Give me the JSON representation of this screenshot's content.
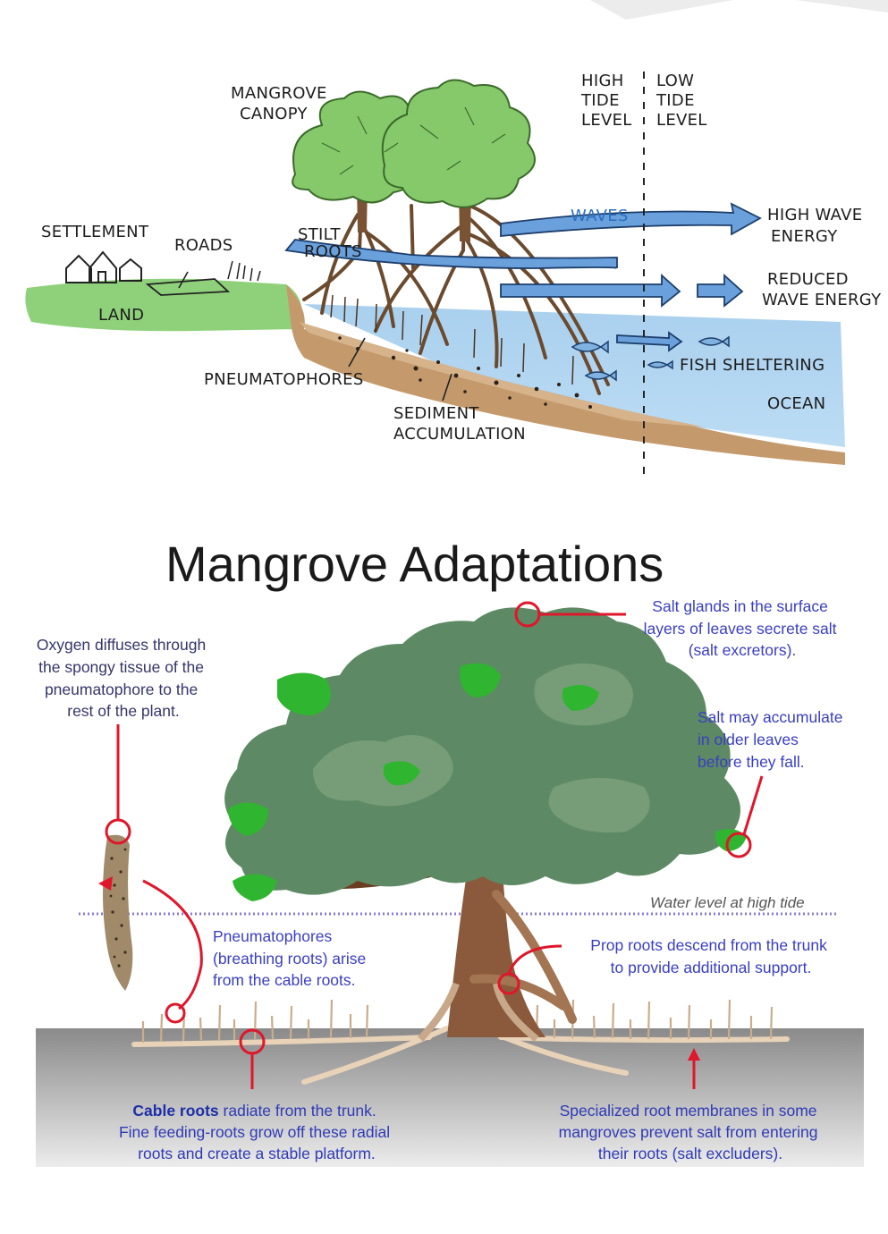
{
  "top_diagram": {
    "labels": {
      "mangrove_canopy": [
        "MANGROVE",
        "CANOPY"
      ],
      "high_tide": [
        "HIGH",
        "TIDE",
        "LEVEL"
      ],
      "low_tide": [
        "LOW",
        "TIDE",
        "LEVEL"
      ],
      "settlement": "SETTLEMENT",
      "roads": "ROADS",
      "land": "LAND",
      "stilt_roots": [
        "STILT",
        "ROOTS"
      ],
      "waves": "WAVES",
      "high_wave_energy": [
        "HIGH WAVE",
        "ENERGY"
      ],
      "reduced_wave_energy": [
        "REDUCED",
        "WAVE ENERGY"
      ],
      "fish_sheltering": "FISH SHELTERING",
      "ocean": "OCEAN",
      "pneumatophores": "PNEUMATOPHORES",
      "sediment_accumulation": [
        "SEDIMENT",
        "ACCUMULATION"
      ]
    },
    "colors": {
      "land": "#8fd17a",
      "water": "#aed3f0",
      "sediment": "#c49a6c",
      "arrow": "#6aa0dc",
      "foliage": "#86c96a"
    }
  },
  "bottom_diagram": {
    "title": "Mangrove Adaptations",
    "annotations": {
      "salt_glands": [
        "Salt glands in the surface",
        "layers of leaves secrete salt",
        "(salt excretors)."
      ],
      "oxygen": [
        "Oxygen diffuses through",
        "the spongy tissue of the",
        "pneumatophore to the",
        "rest of the plant."
      ],
      "salt_accumulate": [
        "Salt may accumulate",
        "in older leaves",
        "before they fall."
      ],
      "water_level": "Water level at high tide",
      "pneumatophores": [
        "Pneumatophores",
        "(breathing roots) arise",
        "from the cable roots."
      ],
      "prop_roots": [
        "Prop roots descend from the trunk",
        "to provide additional support."
      ],
      "cable_roots_bold": "Cable roots",
      "cable_roots": [
        " radiate from the trunk.",
        "Fine feeding-roots grow off these radial",
        "roots and create a stable platform."
      ],
      "membranes": [
        "Specialized root membranes in some",
        "mangroves prevent salt from entering",
        "their roots (salt excluders)."
      ]
    },
    "colors": {
      "callout": "#e0162b",
      "foliage": "#5a8a5a",
      "bright_leaf": "#2fb52f",
      "trunk": "#8b5a3c",
      "ground": "#8e8e8e"
    }
  }
}
